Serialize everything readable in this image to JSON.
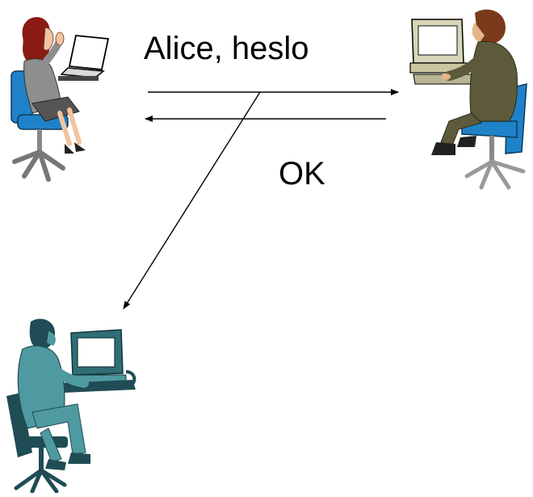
{
  "messages": {
    "credentials": "Alice, heslo",
    "response": "OK"
  },
  "actors": [
    {
      "role": "client",
      "icon": "woman-at-laptop-icon"
    },
    {
      "role": "server",
      "icon": "man-at-computer-icon"
    },
    {
      "role": "eavesdropper",
      "icon": "man-at-terminal-icon"
    }
  ],
  "arrows": [
    {
      "from": "client",
      "to": "server",
      "message": "credentials"
    },
    {
      "from": "server",
      "to": "client",
      "message": "response"
    },
    {
      "from": "credentials-line",
      "to": "eavesdropper",
      "message": "intercept"
    }
  ],
  "colors": {
    "line": "#000000",
    "client_hair": "#8b1a12",
    "client_suit": "#8e8e8e",
    "chair_blue": "#1f82c8",
    "server_suit": "#5c5a3a",
    "eavesdropper": "#4f9aa0",
    "eavesdropper_dark": "#1f4c55"
  }
}
